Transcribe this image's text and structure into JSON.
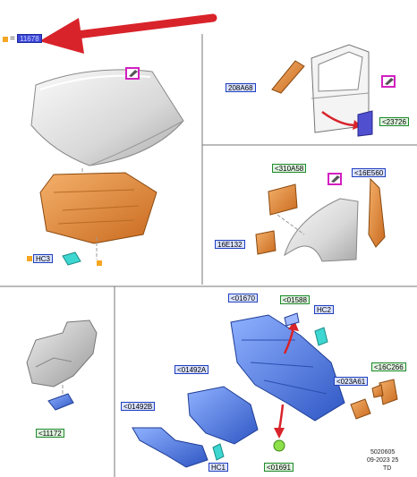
{
  "legend": {
    "code": "11678",
    "equals": "="
  },
  "hood_section": {
    "callouts": [
      "HC3"
    ]
  },
  "door_section": {
    "callouts": [
      "208A68",
      "<23726"
    ]
  },
  "fender_section": {
    "callouts": [
      "<310A58",
      "<16E560",
      "16E132"
    ]
  },
  "tunnel_section": {
    "callouts": [
      "<11172"
    ]
  },
  "dash_section": {
    "callouts": [
      "<01670",
      "<01588",
      "HC2",
      "<01492A",
      "<01492B",
      "<023A61",
      "<16C266",
      "HC1",
      "<01691"
    ]
  },
  "footer": {
    "number": "5020605",
    "date": "09-2023 25",
    "suffix": "TD"
  },
  "colors": {
    "accent_red": "#d8232a",
    "label_blue": "#1f3fbf",
    "label_green": "#1d8a2a",
    "part_orange": "#e58b3a",
    "part_blue": "#4a74d9",
    "marker_magenta": "#d21fc1"
  }
}
